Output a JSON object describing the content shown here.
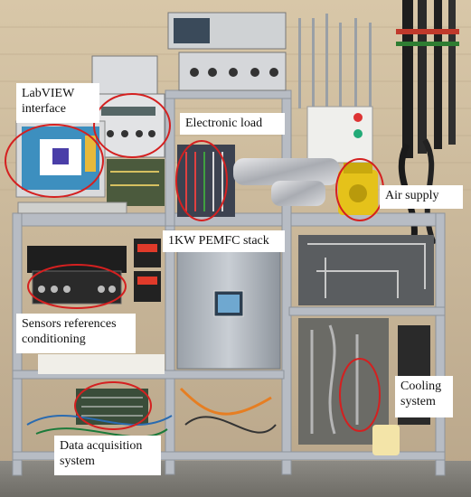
{
  "image": {
    "alt": "Photograph of a fuel cell test bench with annotated components"
  },
  "annotations": {
    "labview": "LabVIEW\ninterface",
    "electronic_load": "Electronic load",
    "air_supply": "Air supply",
    "stack": "1KW PEMFC stack",
    "sensors": "Sensors references\nconditioning",
    "cooling": "Cooling\nsystem",
    "daq": "Data acquisition\nsystem"
  },
  "colors": {
    "highlight_ellipse": "#d42020",
    "frame_aluminum": "#b7bcc4",
    "background_wall": "#cdb99a"
  }
}
